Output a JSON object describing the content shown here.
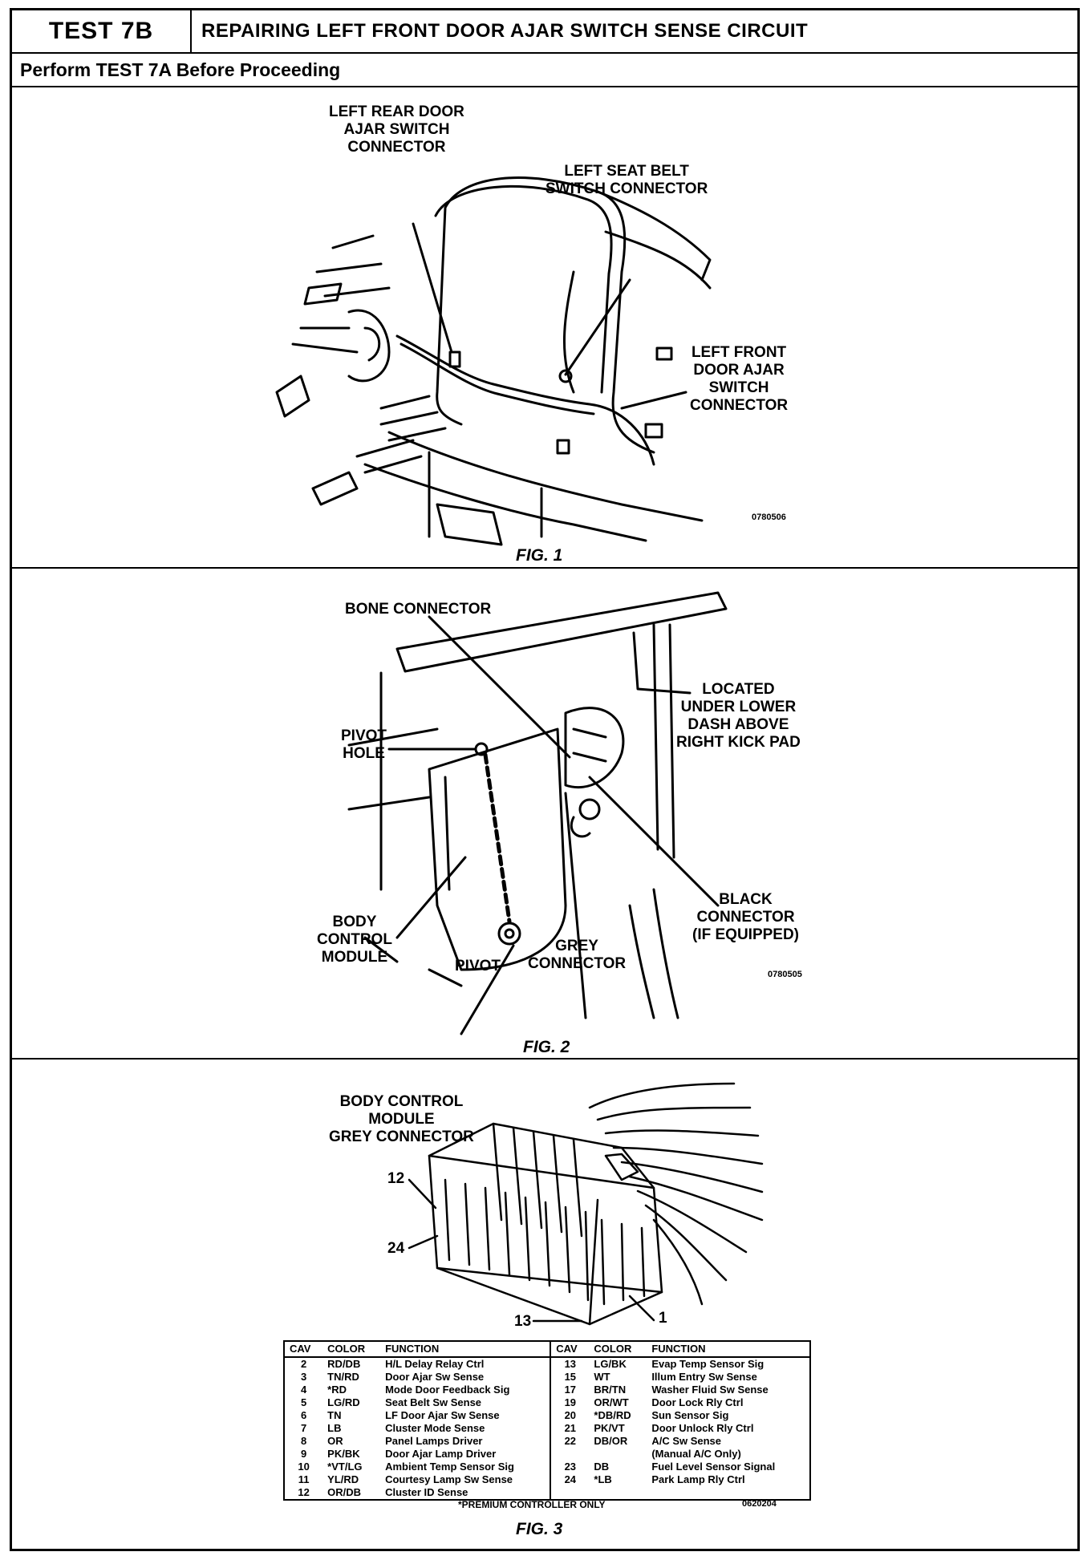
{
  "header": {
    "test_id": "TEST 7B",
    "title": "REPAIRING LEFT FRONT DOOR AJAR SWITCH SENSE CIRCUIT",
    "subtitle": "Perform TEST 7A Before Proceeding"
  },
  "fig1": {
    "caption": "FIG. 1",
    "code": "0780506",
    "labels": {
      "rear_door": "LEFT REAR DOOR\nAJAR SWITCH\nCONNECTOR",
      "seat_belt": "LEFT SEAT BELT\nSWITCH CONNECTOR",
      "front_door": "LEFT FRONT\nDOOR AJAR\nSWITCH\nCONNECTOR"
    }
  },
  "fig2": {
    "caption": "FIG. 2",
    "code": "0780505",
    "labels": {
      "bone": "BONE CONNECTOR",
      "located": "LOCATED\nUNDER LOWER\nDASH ABOVE\nRIGHT KICK PAD",
      "pivot_hole": "PIVOT\nHOLE",
      "bcm": "BODY\nCONTROL\nMODULE",
      "pivot": "PIVOT",
      "grey": "GREY\nCONNECTOR",
      "black": "BLACK\nCONNECTOR\n(IF EQUIPPED)"
    }
  },
  "fig3": {
    "caption": "FIG. 3",
    "code": "0620204",
    "title": "BODY CONTROL\nMODULE\nGREY CONNECTOR",
    "pin_labels": {
      "p12": "12",
      "p24": "24",
      "p13": "13",
      "p1": "1"
    },
    "table_headers": [
      "CAV",
      "COLOR",
      "FUNCTION",
      "CAV",
      "COLOR",
      "FUNCTION"
    ],
    "left_rows": [
      [
        "2",
        "RD/DB",
        "H/L Delay Relay Ctrl"
      ],
      [
        "3",
        "TN/RD",
        "Door Ajar Sw Sense"
      ],
      [
        "4",
        "*RD",
        "Mode Door Feedback Sig"
      ],
      [
        "5",
        "LG/RD",
        "Seat Belt Sw Sense"
      ],
      [
        "6",
        "TN",
        "LF Door Ajar Sw Sense"
      ],
      [
        "7",
        "LB",
        "Cluster Mode Sense"
      ],
      [
        "8",
        "OR",
        "Panel Lamps Driver"
      ],
      [
        "9",
        "PK/BK",
        "Door Ajar Lamp Driver"
      ],
      [
        "10",
        "*VT/LG",
        "Ambient Temp Sensor Sig"
      ],
      [
        "11",
        "YL/RD",
        "Courtesy Lamp Sw Sense"
      ],
      [
        "12",
        "OR/DB",
        "Cluster ID Sense"
      ]
    ],
    "right_rows": [
      [
        "13",
        "LG/BK",
        "Evap Temp Sensor Sig"
      ],
      [
        "15",
        "WT",
        "Illum Entry Sw Sense"
      ],
      [
        "17",
        "BR/TN",
        "Washer Fluid Sw Sense"
      ],
      [
        "19",
        "OR/WT",
        "Door Lock Rly Ctrl"
      ],
      [
        "20",
        "*DB/RD",
        "Sun Sensor Sig"
      ],
      [
        "21",
        "PK/VT",
        "Door Unlock Rly Ctrl"
      ],
      [
        "22",
        "DB/OR",
        "A/C Sw Sense"
      ],
      [
        "",
        "",
        "(Manual A/C Only)"
      ],
      [
        "23",
        "DB",
        "Fuel Level Sensor Signal"
      ],
      [
        "24",
        "*LB",
        "Park Lamp Rly Ctrl"
      ],
      [
        "",
        "",
        ""
      ]
    ],
    "footnote": "*PREMIUM CONTROLLER ONLY"
  }
}
